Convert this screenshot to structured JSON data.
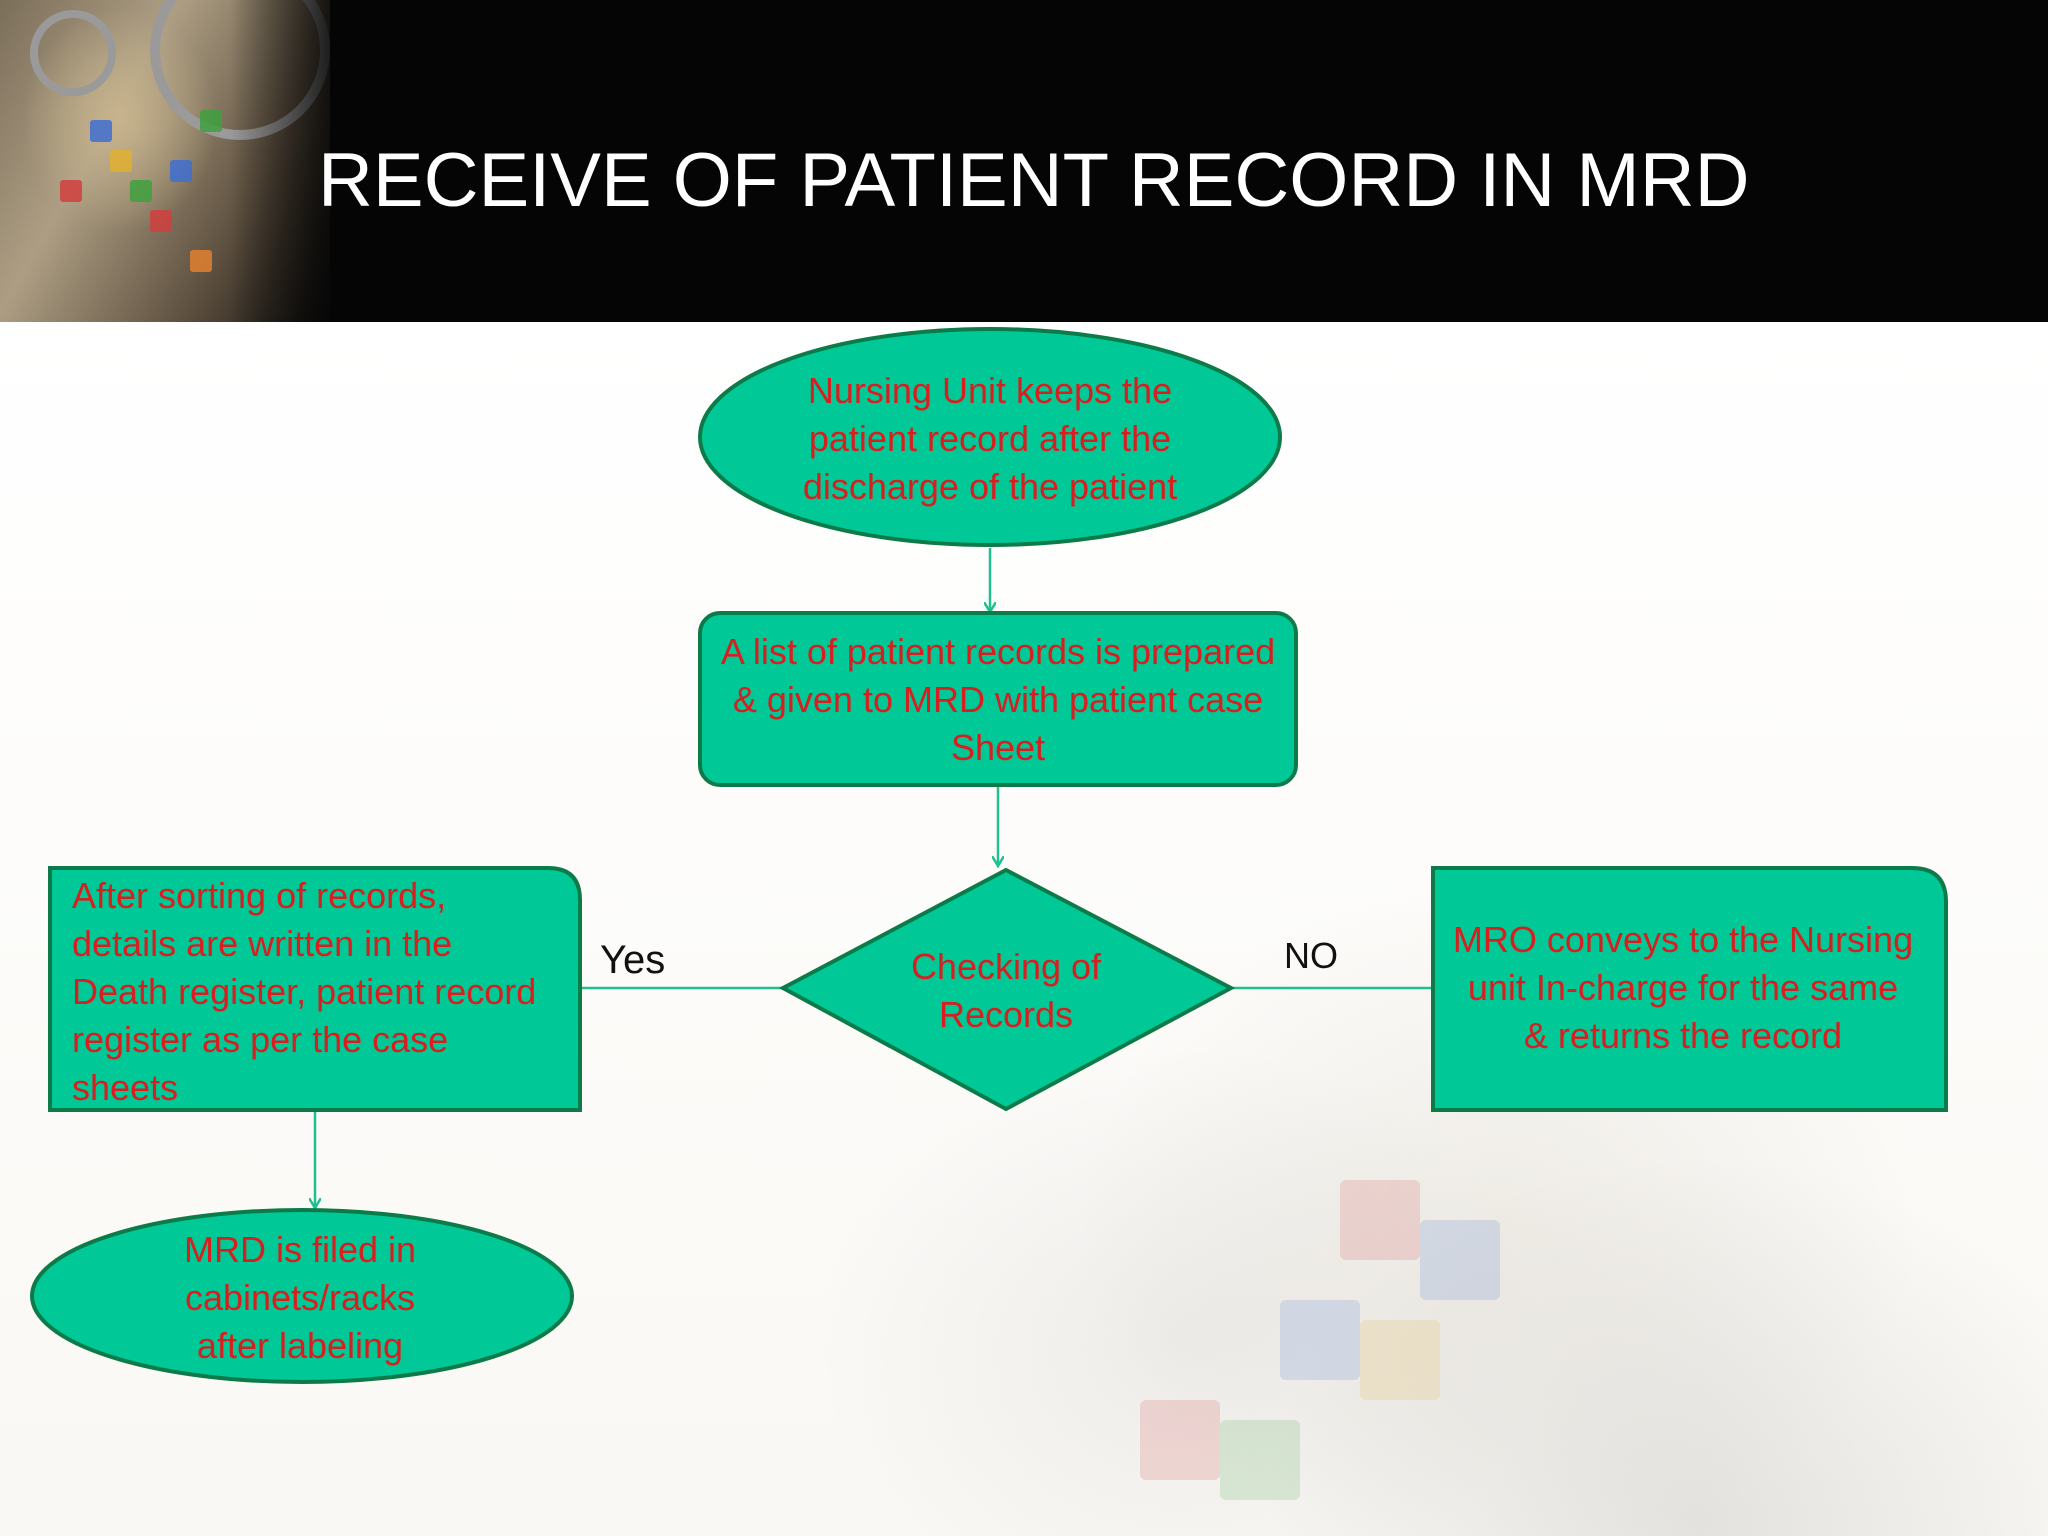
{
  "slide": {
    "title": "RECEIVE OF PATIENT RECORD IN MRD"
  },
  "colors": {
    "node_fill": "#00c896",
    "node_stroke": "#0d7a49",
    "node_text": "#d81e1e",
    "arrow": "#1fbf8f",
    "header_bg": "#050505",
    "title_text": "#ffffff"
  },
  "flowchart": {
    "nodes": {
      "nursing_unit": "Nursing Unit keeps the patient record after the discharge of the patient",
      "list_prepared": "A list of patient records is prepared & given to MRD with patient case Sheet",
      "checking": "Checking of Records",
      "after_sorting": "After sorting of records, details are written in the Death register, patient record register as per the case sheets",
      "mro_conveys": "MRO conveys to the Nursing unit In-charge for the same  & returns the record",
      "mrd_filed": "MRD is filed in cabinets/racks after labeling"
    },
    "labels": {
      "yes": "Yes",
      "no": "NO"
    }
  }
}
